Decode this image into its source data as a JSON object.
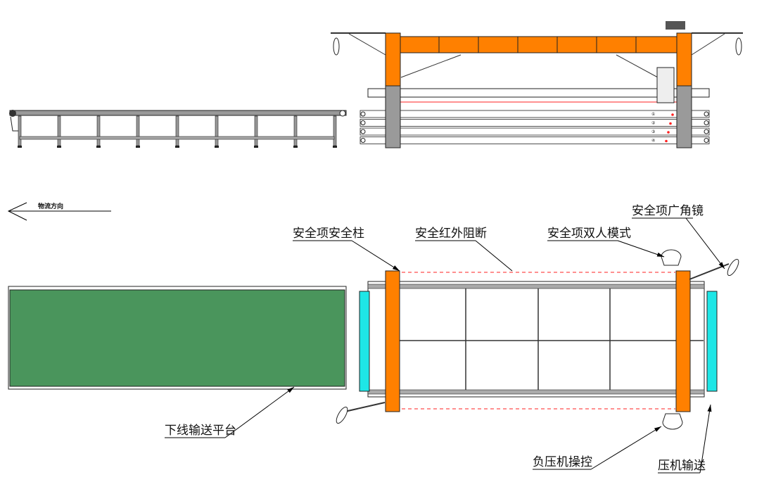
{
  "flow_direction": "物流方向",
  "labels": {
    "safety_pillar": "安全项安全柱",
    "safety_infrared": "安全红外阻断",
    "safety_two_hand": "安全项双人模式",
    "safety_mirror": "安全项广角镜",
    "outfeed_platform": "下线输送平台",
    "vacuum_press_control": "负压机操控",
    "press_conveyor": "压机输送"
  },
  "layer_numbers": [
    "①",
    "②",
    "③",
    "④"
  ],
  "colors": {
    "orange": "#ff8000",
    "green": "#4a955c",
    "cyan": "#1ee6e6",
    "gray": "#9a9a9a",
    "red": "#ff2020"
  }
}
